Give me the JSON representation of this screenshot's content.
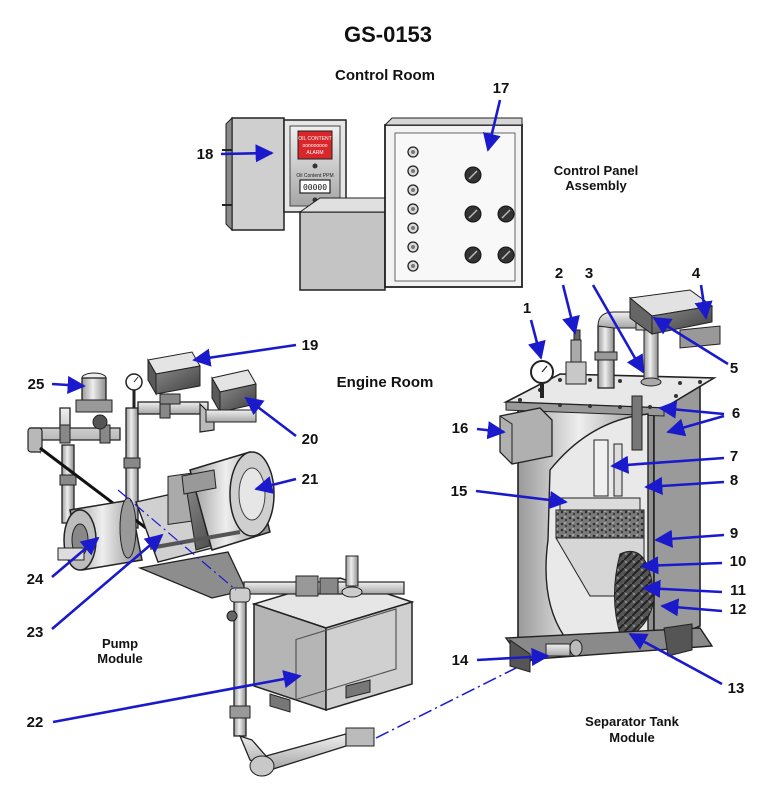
{
  "title": "GS-0153",
  "areas": {
    "control_room": "Control Room",
    "engine_room": "Engine Room"
  },
  "modules": {
    "control_panel": [
      "Control Panel",
      "Assembly"
    ],
    "pump": [
      "Pump",
      "Module"
    ],
    "separator": [
      "Separator Tank",
      "Module"
    ]
  },
  "display": {
    "line1": "OIL CONTENT",
    "line2": "ooooooooo",
    "line3": "ALARM",
    "label": "Oil Content PPM",
    "digits": "00000"
  },
  "callouts": [
    "1",
    "2",
    "3",
    "4",
    "5",
    "6",
    "7",
    "8",
    "9",
    "10",
    "11",
    "12",
    "13",
    "14",
    "15",
    "16",
    "17",
    "18",
    "19",
    "20",
    "21",
    "22",
    "23",
    "24",
    "25"
  ],
  "colors": {
    "leader": "#1a1acc",
    "display_red": "#d9262a",
    "outline": "#222222"
  }
}
